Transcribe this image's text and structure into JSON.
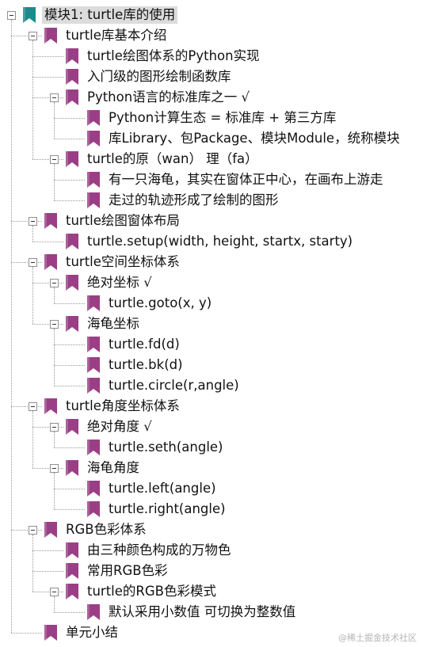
{
  "colors": {
    "root_icon": "#1a8c8c",
    "node_icon": "#9a3f86",
    "selected_bg": "#dcdcdc",
    "tree_line": "#9a9a9a"
  },
  "tree": [
    {
      "label": "模块1: turtle库的使用",
      "icon": "bookmark-icon-teal",
      "expanded": true,
      "selected": true,
      "children": [
        {
          "label": "turtle库基本介绍",
          "expanded": true,
          "children": [
            {
              "label": "turtle绘图体系的Python实现"
            },
            {
              "label": "入门级的图形绘制函数库"
            },
            {
              "label": "Python语言的标准库之一 √",
              "expanded": true,
              "children": [
                {
                  "label": "Python计算生态 = 标准库 + 第三方库"
                },
                {
                  "label": "库Library、包Package、模块Module，统称模块"
                }
              ]
            },
            {
              "label": "turtle的原（wan） 理（fa）",
              "expanded": true,
              "children": [
                {
                  "label": "有一只海龟，其实在窗体正中心，在画布上游走"
                },
                {
                  "label": "走过的轨迹形成了绘制的图形"
                }
              ]
            }
          ]
        },
        {
          "label": "turtle绘图窗体布局",
          "expanded": true,
          "children": [
            {
              "label": "turtle.setup(width, height, startx, starty)"
            }
          ]
        },
        {
          "label": "turtle空间坐标体系",
          "expanded": true,
          "children": [
            {
              "label": "绝对坐标 √",
              "expanded": true,
              "children": [
                {
                  "label": "turtle.goto(x, y)"
                }
              ]
            },
            {
              "label": "海龟坐标",
              "expanded": true,
              "children": [
                {
                  "label": "turtle.fd(d)"
                },
                {
                  "label": "turtle.bk(d)"
                },
                {
                  "label": "turtle.circle(r,angle)"
                }
              ]
            }
          ]
        },
        {
          "label": "turtle角度坐标体系",
          "expanded": true,
          "children": [
            {
              "label": "绝对角度 √",
              "expanded": true,
              "children": [
                {
                  "label": "turtle.seth(angle)"
                }
              ]
            },
            {
              "label": "海龟角度",
              "expanded": true,
              "children": [
                {
                  "label": "turtle.left(angle)"
                },
                {
                  "label": "turtle.right(angle)"
                }
              ]
            }
          ]
        },
        {
          "label": "RGB色彩体系",
          "expanded": true,
          "children": [
            {
              "label": "由三种颜色构成的万物色"
            },
            {
              "label": "常用RGB色彩"
            },
            {
              "label": "turtle的RGB色彩模式",
              "expanded": true,
              "children": [
                {
                  "label": "默认采用小数值 可切换为整数值"
                }
              ]
            }
          ]
        },
        {
          "label": "单元小结"
        }
      ]
    }
  ],
  "watermark": "@稀土掘金技术社区"
}
